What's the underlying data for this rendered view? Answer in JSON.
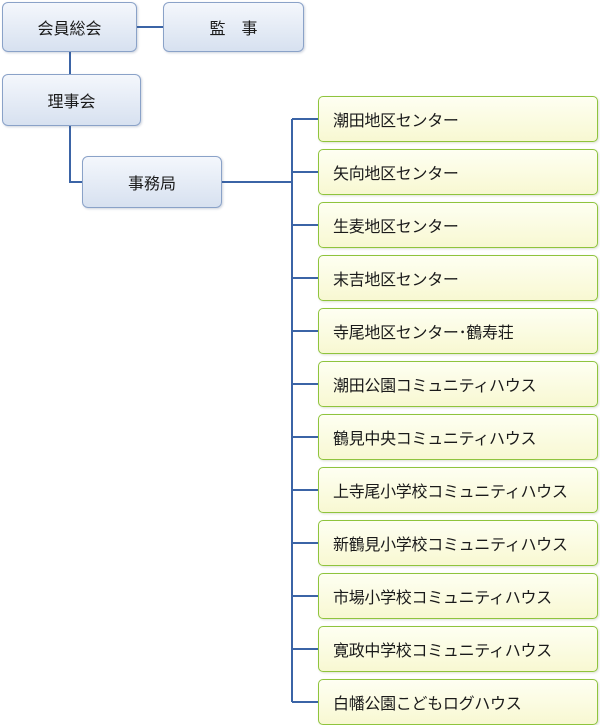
{
  "org": {
    "general_meeting": "会員総会",
    "auditor": "監　事",
    "board": "理事会",
    "secretariat": "事務局",
    "facilities": [
      "潮田地区センター",
      "矢向地区センター",
      "生麦地区センター",
      "末吉地区センター",
      "寺尾地区センター･鶴寿荘",
      "潮田公園コミュニティハウス",
      "鶴見中央コミュニティハウス",
      "上寺尾小学校コミュニティハウス",
      "新鶴見小学校コミュニティハウス",
      "市場小学校コミュニティハウス",
      "寛政中学校コミュニティハウス",
      "白幡公園こどもログハウス"
    ]
  }
}
